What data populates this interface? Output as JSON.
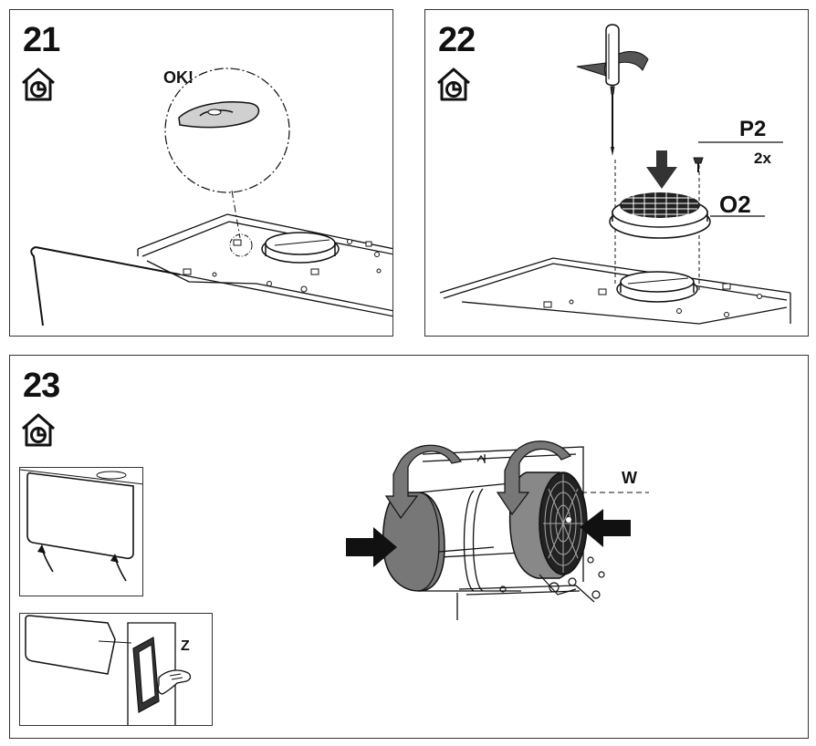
{
  "steps": [
    {
      "number": "21",
      "icon": "house-service-icon",
      "callout": "OK!"
    },
    {
      "number": "22",
      "icon": "house-service-icon",
      "screw_label": "P2",
      "screw_qty": "2x",
      "part_label": "O2"
    },
    {
      "number": "23",
      "icon": "house-service-icon",
      "part_label": "W",
      "tab_label": "Z"
    }
  ],
  "colors": {
    "line": "#111111",
    "fill_dark": "#777777",
    "fill_mid": "#bdbdbd",
    "fill_light": "#e6e6e6"
  }
}
